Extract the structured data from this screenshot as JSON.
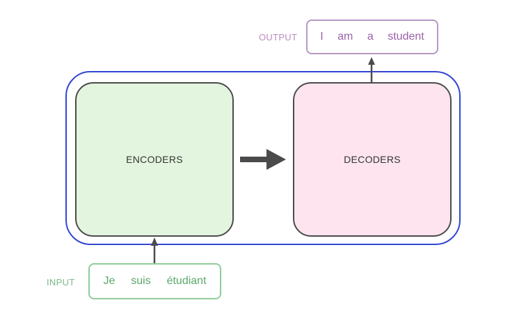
{
  "output": {
    "label": "OUTPUT",
    "tokens": [
      "I",
      "am",
      "a",
      "student"
    ]
  },
  "encoders": {
    "label": "ENCODERS"
  },
  "decoders": {
    "label": "DECODERS"
  },
  "input": {
    "label": "INPUT",
    "tokens": [
      "Je",
      "suis",
      "étudiant"
    ]
  },
  "colors": {
    "frame": "#3346d3",
    "encoder_fill": "#e3f5df",
    "decoder_fill": "#fde4ef",
    "block_border": "#4b4b4b",
    "arrow": "#4b4b4b",
    "output_accent": "#9a62a8",
    "input_accent": "#5aa86a"
  }
}
